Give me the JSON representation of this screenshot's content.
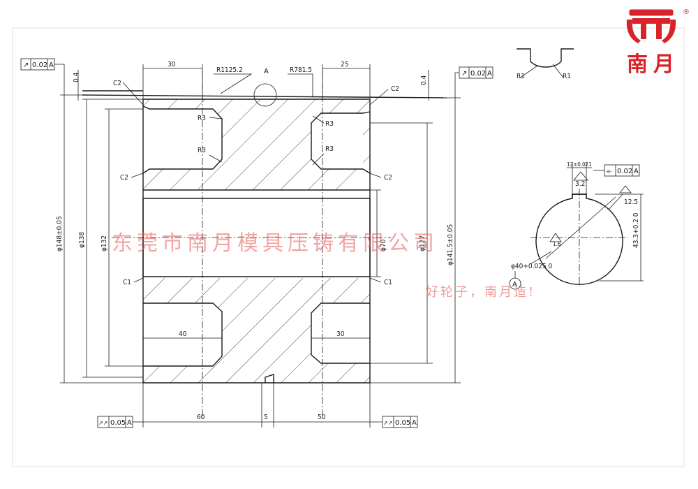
{
  "brand": {
    "logo_text": "南月",
    "registered": "®",
    "color": "#d8232a"
  },
  "watermark": {
    "company": "东莞市南月模具压铸有限公司",
    "slogan": "好轮子，南月造!",
    "color": "#e65b5b"
  },
  "tolerance_frames": {
    "top_left": {
      "symbol": "↗",
      "value": "0.02",
      "datum": "A"
    },
    "top_right": {
      "symbol": "↗",
      "value": "0.02",
      "datum": "A"
    },
    "bottom_left": {
      "symbol": "↗↗",
      "value": "0.05",
      "datum": "A"
    },
    "bottom_right": {
      "symbol": "↗↗",
      "value": "0.05",
      "datum": "A"
    },
    "keyway": {
      "symbol": "⌯",
      "value": "0.02",
      "datum": "A"
    }
  },
  "dimensions": {
    "top_width_left": "30",
    "top_width_right": "25",
    "radius_left": "R1125.2",
    "radius_right": "R781.5",
    "detail_label": "A",
    "offset_left": "0.4",
    "offset_right": "0.4",
    "chamfer_c2_tl": "C2",
    "chamfer_c2_tr": "C2",
    "chamfer_c2_ml": "C2",
    "chamfer_c2_mr": "C2",
    "chamfer_c1_l": "C1",
    "chamfer_c1_r": "C1",
    "r3_a": "R3",
    "r3_b": "R3",
    "r3_c": "R3",
    "r3_d": "R3",
    "dia_148": "φ148±0.05",
    "dia_138": "φ138",
    "dia_132": "φ132",
    "dia_70": "φ70",
    "dia_127": "φ127",
    "dia_141": "φ141.5±0.05",
    "bottom_40": "40",
    "bottom_30": "30",
    "bottom_60": "60",
    "bottom_5": "5",
    "bottom_50": "50",
    "detail_r1_left": "R1",
    "detail_r1_right": "R1",
    "key_width": "12±0.021",
    "key_rough": "3.2",
    "key_rough2": "12.5",
    "key_height": "43.3+0.2 0",
    "bore": "φ40+0.025 0",
    "bore_rough": "1.6",
    "datum_circle": "A"
  }
}
